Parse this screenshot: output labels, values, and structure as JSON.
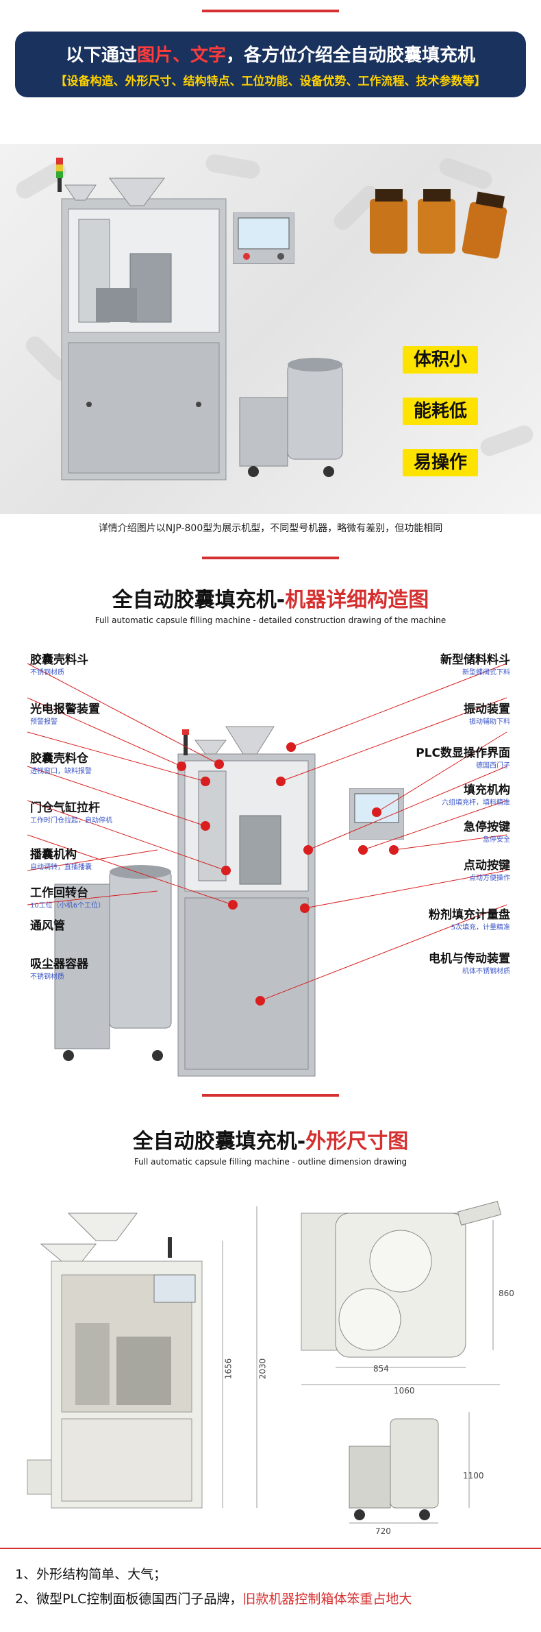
{
  "banner": {
    "title_pre": "以下通过",
    "title_hl1": "图片",
    "title_sep": "、",
    "title_hl2": "文字",
    "title_post": "，各方位介绍全自动胶囊填充机",
    "subtitle": "【设备构造、外形尺寸、结构特点、工位功能、设备优势、工作流程、技术参数等】"
  },
  "hero": {
    "features": [
      "体积小",
      "能耗低",
      "易操作"
    ],
    "note": "详情介绍图片以NJP-800型为展示机型，不同型号机器，略微有差别，但功能相同"
  },
  "section1": {
    "title_black": "全自动胶囊填充机-",
    "title_red": "机器详细构造图",
    "subtitle": "Full automatic capsule filling machine - detailed construction drawing of the machine",
    "left_labels": [
      {
        "title": "胶囊壳料斗",
        "sub": "不锈钢材质"
      },
      {
        "title": "光电报警装置",
        "sub": "预警报警"
      },
      {
        "title": "胶囊壳料仓",
        "sub": "透视窗口，缺料报警"
      },
      {
        "title": "门仓气缸拉杆",
        "sub": "工作时门仓拉起，自动停机"
      },
      {
        "title": "播囊机构",
        "sub": "自动调转，直插播囊"
      },
      {
        "title": "工作回转台",
        "sub": "10工位（小机6个工位）"
      },
      {
        "title": "通风管",
        "sub": ""
      },
      {
        "title": "吸尘器容器",
        "sub": "不锈钢材质"
      }
    ],
    "right_labels": [
      {
        "title": "新型储料料斗",
        "sub": "新型蝶阀式下料"
      },
      {
        "title": "振动装置",
        "sub": "振动辅助下料"
      },
      {
        "title": "PLC数显操作界面",
        "sub": "德国西门子"
      },
      {
        "title": "填充机构",
        "sub": "六组填充杆，填料精准"
      },
      {
        "title": "急停按键",
        "sub": "急停安全"
      },
      {
        "title": "点动按键",
        "sub": "点动方便操作"
      },
      {
        "title": "粉剂填充计量盘",
        "sub": "5次填充，计量精准"
      },
      {
        "title": "电机与传动装置",
        "sub": "机体不锈钢材质"
      }
    ]
  },
  "section2": {
    "title_black": "全自动胶囊填充机-",
    "title_red": "外形尺寸图",
    "subtitle": "Full automatic capsule filling machine - outline dimension drawing",
    "dims": {
      "h1": "1656",
      "h2": "2030",
      "top_h": "860",
      "w1": "854",
      "w2": "1060",
      "vac_h": "1100",
      "vac_w": "720"
    }
  },
  "footer": {
    "line1": "1、外形结构简单、大气；",
    "line2_black": "2、微型PLC控制面板德国西门子品牌，",
    "line2_red": "旧款机器控制箱体笨重占地大"
  },
  "colors": {
    "accent": "#d62f2f",
    "banner_bg": "#19325e",
    "highlight": "#ffe300",
    "sub_blue": "#3a55c8"
  }
}
